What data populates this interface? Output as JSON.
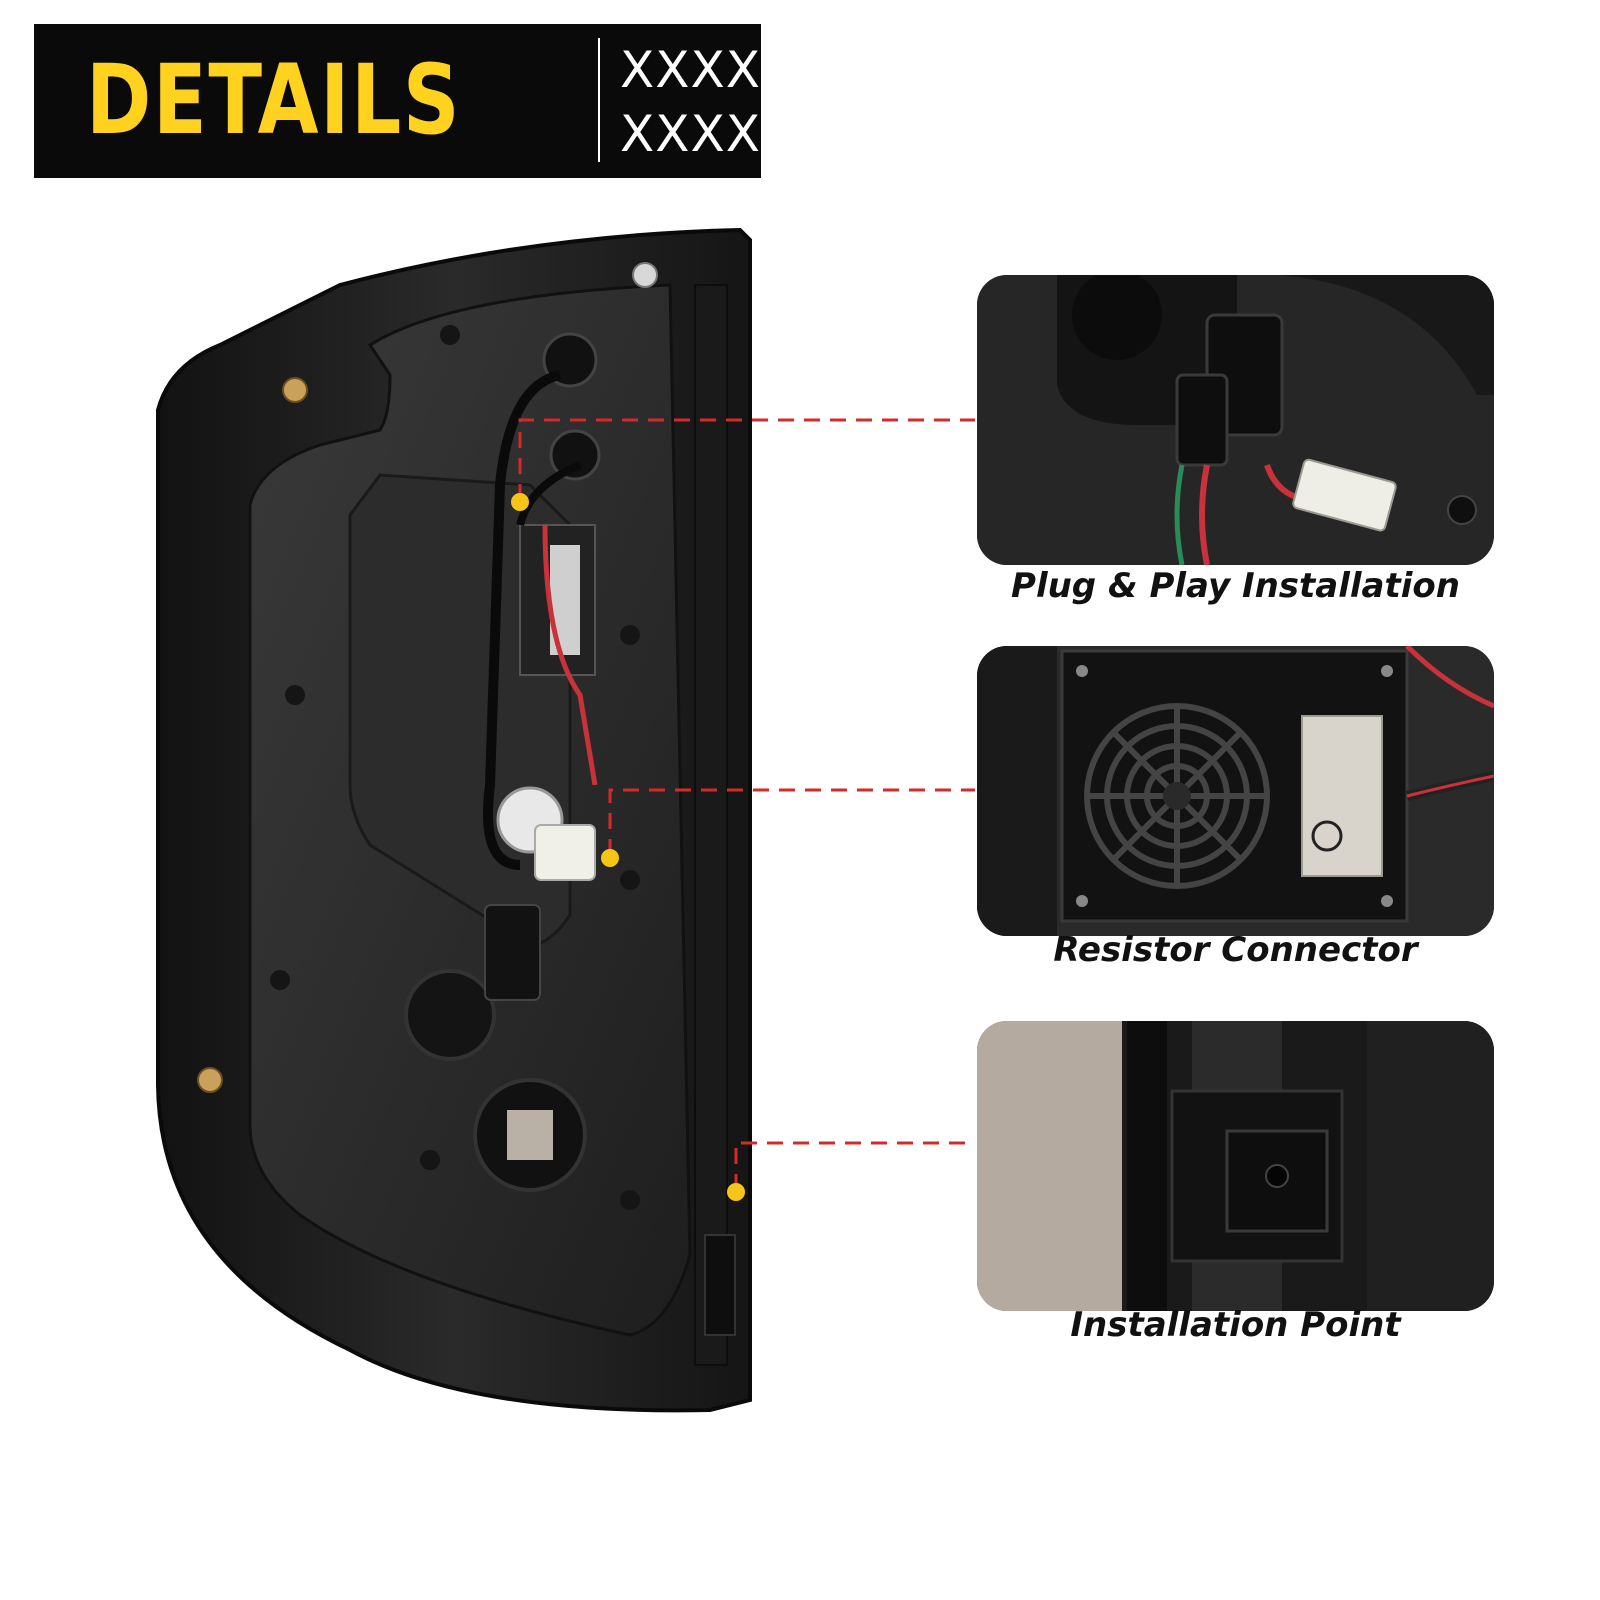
{
  "header": {
    "title": "DETAILS",
    "subtitle_line1": "XXXXX",
    "subtitle_line2": "XXXXX"
  },
  "details": [
    {
      "caption": "Plug & Play Installation"
    },
    {
      "caption": "Resistor Connector"
    },
    {
      "caption": "Installation Point"
    }
  ],
  "colors": {
    "banner_bg": "#0a0a0a",
    "banner_title": "#ffd21f",
    "connector_line": "#d42a2a",
    "marker_dot": "#f5c518"
  }
}
